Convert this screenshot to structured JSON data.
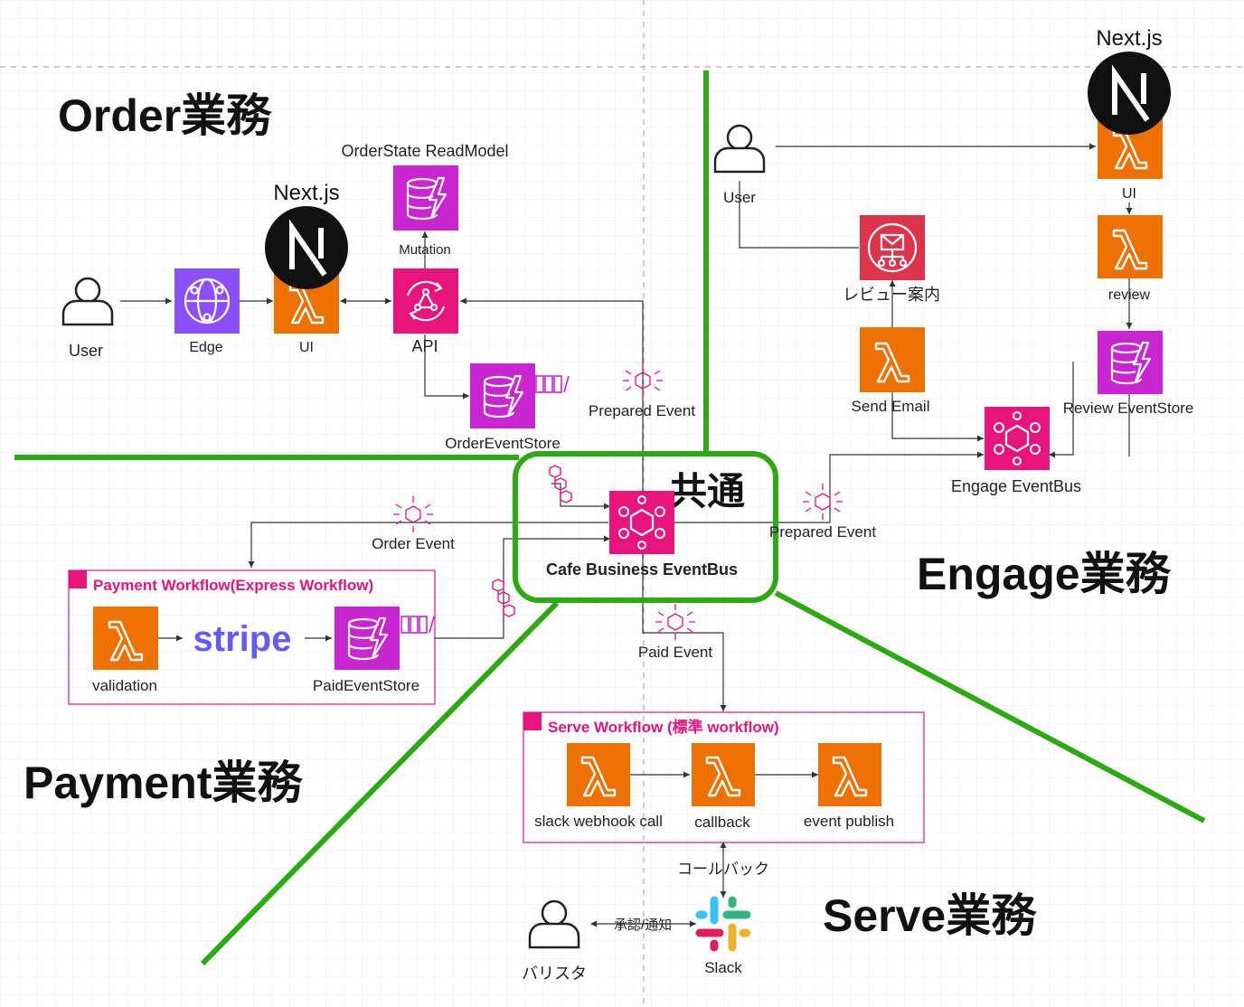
{
  "regions": {
    "order": "Order業務",
    "engage": "Engage業務",
    "payment": "Payment業務",
    "serve": "Serve業務",
    "common": "共通"
  },
  "order": {
    "user": "User",
    "edge": "Edge",
    "nextjs": "Next.js",
    "ui": "UI",
    "api": "API",
    "readmodel_title": "OrderState ReadModel",
    "mutation": "Mutation",
    "event_store": "OrderEventStore",
    "prepared_event": "Prepared Event"
  },
  "common": {
    "eventbus": "Cafe Business EventBus",
    "order_event": "Order Event",
    "paid_event": "Paid Event",
    "prepared_event": "Prepared Event"
  },
  "payment": {
    "workflow_title": "Payment Workflow(Express Workflow)",
    "validation": "validation",
    "stripe": "stripe",
    "paid_store": "PaidEventStore"
  },
  "serve": {
    "workflow_title": "Serve Workflow (標準 workflow)",
    "slack_call": "slack webhook call",
    "callback": "callback",
    "event_publish": "event publish",
    "callback_label": "コールバック",
    "barista": "バリスタ",
    "approval_label": "承認/通知",
    "slack": "Slack"
  },
  "engage": {
    "user": "User",
    "nextjs": "Next.js",
    "ui": "UI",
    "review": "review",
    "review_guide": "レビュー案内",
    "send_email": "Send Email",
    "review_store": "Review EventStore",
    "eventbus": "Engage EventBus"
  },
  "colors": {
    "lambda": "#ED7100",
    "dynamo": "#C925D1",
    "eventbridge": "#E7157B",
    "sns": "#DD344C",
    "cloudfront": "#8C4FFF",
    "region_line": "#2DA913",
    "stripe": "#635BFF"
  }
}
